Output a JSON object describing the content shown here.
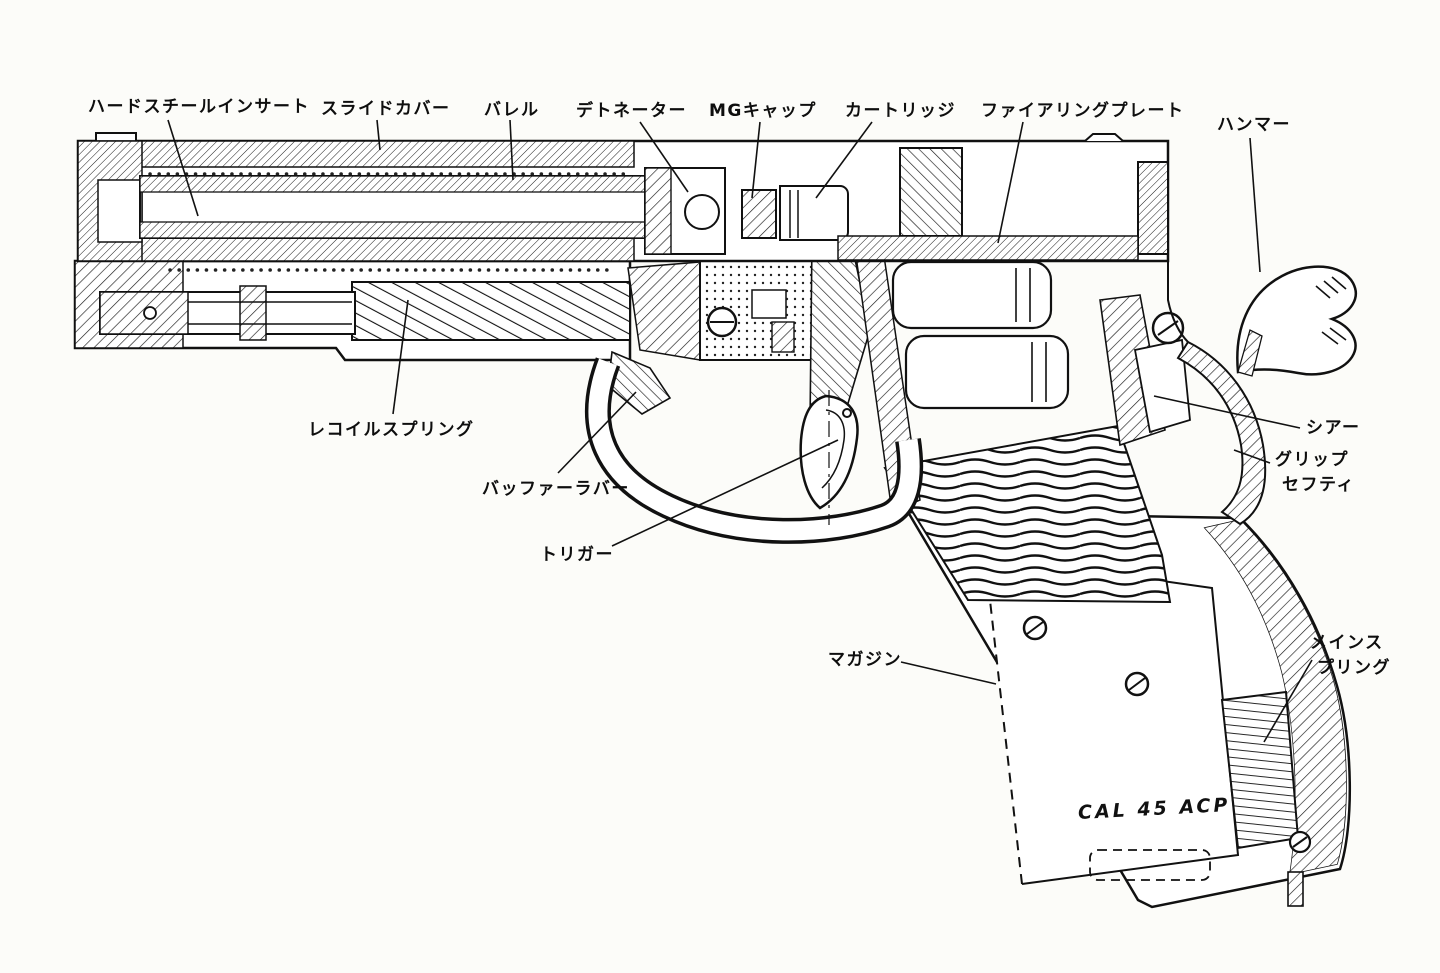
{
  "diagram": {
    "subject": "model-gun-cutaway-cross-section",
    "caliber_marking": "CAL 45 ACP",
    "labels": [
      {
        "id": "hard-steel-insert",
        "text": "ハードスチールインサート"
      },
      {
        "id": "slide-cover",
        "text": "スライドカバー"
      },
      {
        "id": "barrel",
        "text": "バレル"
      },
      {
        "id": "detonator",
        "text": "デトネーター"
      },
      {
        "id": "mg-cap",
        "text": "MGキャップ"
      },
      {
        "id": "cartridge",
        "text": "カートリッジ"
      },
      {
        "id": "firing-plate",
        "text": "ファイアリングプレート"
      },
      {
        "id": "hammer",
        "text": "ハンマー"
      },
      {
        "id": "recoil-spring",
        "text": "レコイルスプリング"
      },
      {
        "id": "buffer-rubber",
        "text": "バッファーラバー"
      },
      {
        "id": "trigger",
        "text": "トリガー"
      },
      {
        "id": "magazine",
        "text": "マガジン"
      },
      {
        "id": "sear",
        "text": "シアー"
      },
      {
        "id": "grip-safety",
        "line1": "グリップ",
        "line2": "セフティ"
      },
      {
        "id": "main-spring",
        "line1": "メインス",
        "line2": "プリング"
      }
    ]
  }
}
